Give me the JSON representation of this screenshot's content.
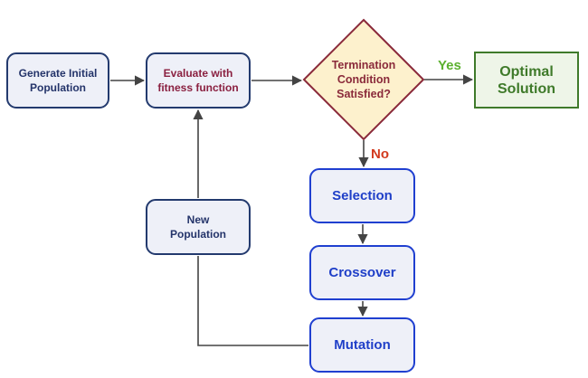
{
  "nodes": {
    "generate": "Generate Initial\nPopulation",
    "evaluate": "Evaluate with\nfitness function",
    "decision": "Termination\nCondition\nSatisfied?",
    "optimal": "Optimal\nSolution",
    "new_population": "New\nPopulation",
    "selection": "Selection",
    "crossover": "Crossover",
    "mutation": "Mutation"
  },
  "edge_labels": {
    "yes": "Yes",
    "no": "No"
  },
  "colors": {
    "box_fill": "#eef0f8",
    "box_border": "#233a6e",
    "decision_fill": "#fdf1cd",
    "decision_border": "#8a2a3a",
    "optimal_border": "#3f7a2a",
    "operator_border": "#1f3fd0",
    "yes_label": "#5bb02e",
    "no_label": "#d23a1e",
    "arrow": "#444444"
  }
}
